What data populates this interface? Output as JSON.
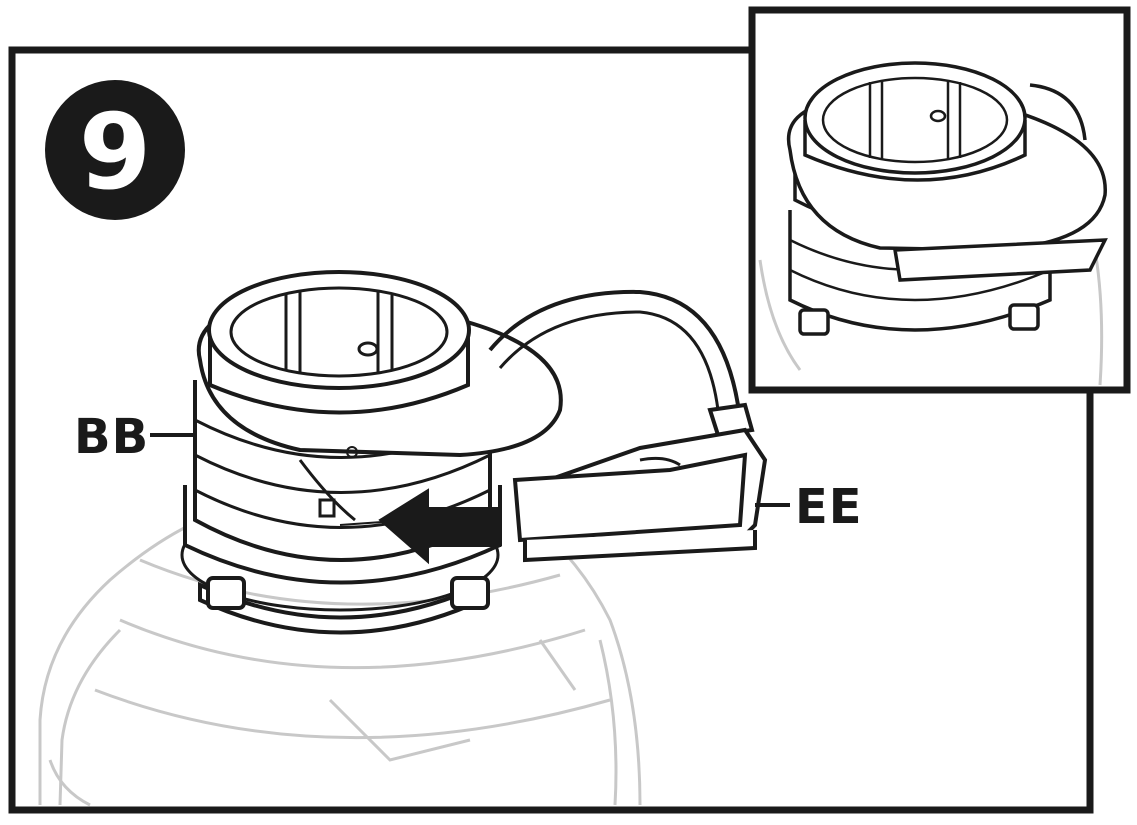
{
  "step": {
    "number": "9"
  },
  "labels": {
    "bb": "BB",
    "ee": "EE"
  },
  "colors": {
    "ink": "#1a1a1a",
    "light_line": "#c8c8c8",
    "paper": "#ffffff"
  },
  "icons": {
    "step_badge": "circle-number-badge",
    "direction": "arrow-left-icon"
  }
}
